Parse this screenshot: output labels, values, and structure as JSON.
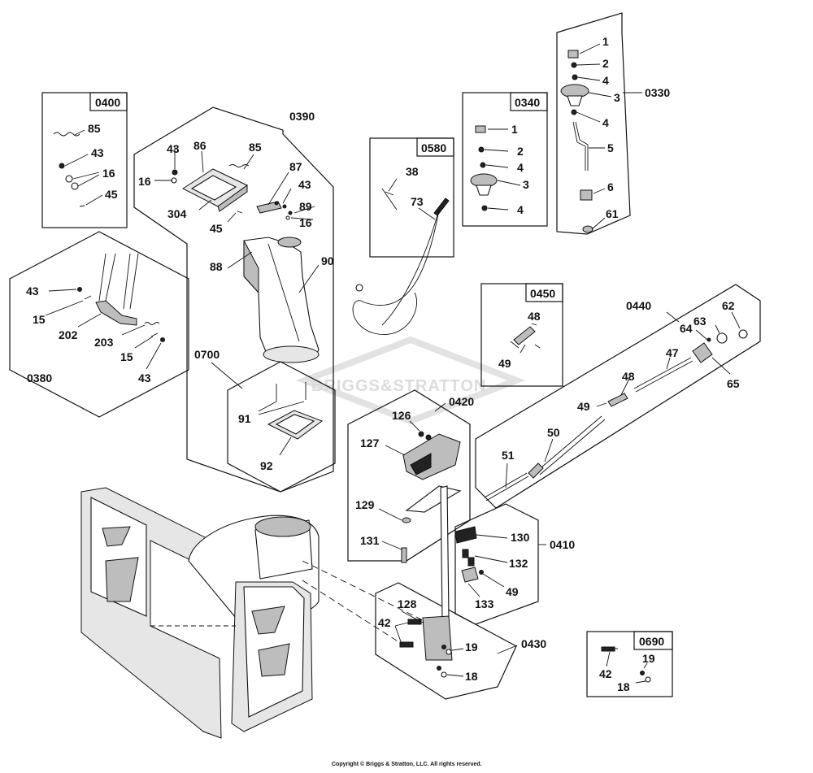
{
  "copyright": "Copyright © Briggs & Stratton, LLC. All rights reserved.",
  "watermark": "BRIGGS&STRATTON",
  "assemblies": {
    "a0400": "0400",
    "a0390": "0390",
    "a0580": "0580",
    "a0340": "0340",
    "a0330": "0330",
    "a0380": "0380",
    "a0450": "0450",
    "a0440": "0440",
    "a0700": "0700",
    "a0420": "0420",
    "a0410": "0410",
    "a0430": "0430",
    "a0690": "0690"
  },
  "callouts": {
    "c0400_85": "85",
    "c0400_43": "43",
    "c0400_16": "16",
    "c0400_45": "45",
    "c0390_43": "43",
    "c0390_86": "86",
    "c0390_85": "85",
    "c0390_16a": "16",
    "c0390_304": "304",
    "c0390_45": "45",
    "c0390_87": "87",
    "c0390_43b": "43",
    "c0390_89": "89",
    "c0390_16b": "16",
    "c0390_88": "88",
    "c0390_90": "90",
    "c0580_38": "38",
    "c0580_73": "73",
    "c0340_1": "1",
    "c0340_2": "2",
    "c0340_4a": "4",
    "c0340_3": "3",
    "c0340_4b": "4",
    "c0330_1": "1",
    "c0330_2": "2",
    "c0330_4a": "4",
    "c0330_3": "3",
    "c0330_4b": "4",
    "c0330_5": "5",
    "c0330_6": "6",
    "c0330_61": "61",
    "c0380_43a": "43",
    "c0380_15a": "15",
    "c0380_202": "202",
    "c0380_203": "203",
    "c0380_15b": "15",
    "c0380_43b": "43",
    "c0450_48": "48",
    "c0450_49": "49",
    "c0440_62": "62",
    "c0440_63": "63",
    "c0440_64": "64",
    "c0440_65": "65",
    "c0440_47": "47",
    "c0440_48": "48",
    "c0440_49": "49",
    "c0440_50": "50",
    "c0440_51": "51",
    "c0700_91": "91",
    "c0700_92": "92",
    "c0420_126": "126",
    "c0420_127": "127",
    "c0420_129": "129",
    "c0420_131": "131",
    "c0410_130": "130",
    "c0410_132": "132",
    "c0410_49": "49",
    "c0410_133": "133",
    "c0430_128": "128",
    "c0430_42": "42",
    "c0430_19": "19",
    "c0430_18": "18",
    "c0690_42": "42",
    "c0690_19": "19",
    "c0690_18": "18"
  }
}
